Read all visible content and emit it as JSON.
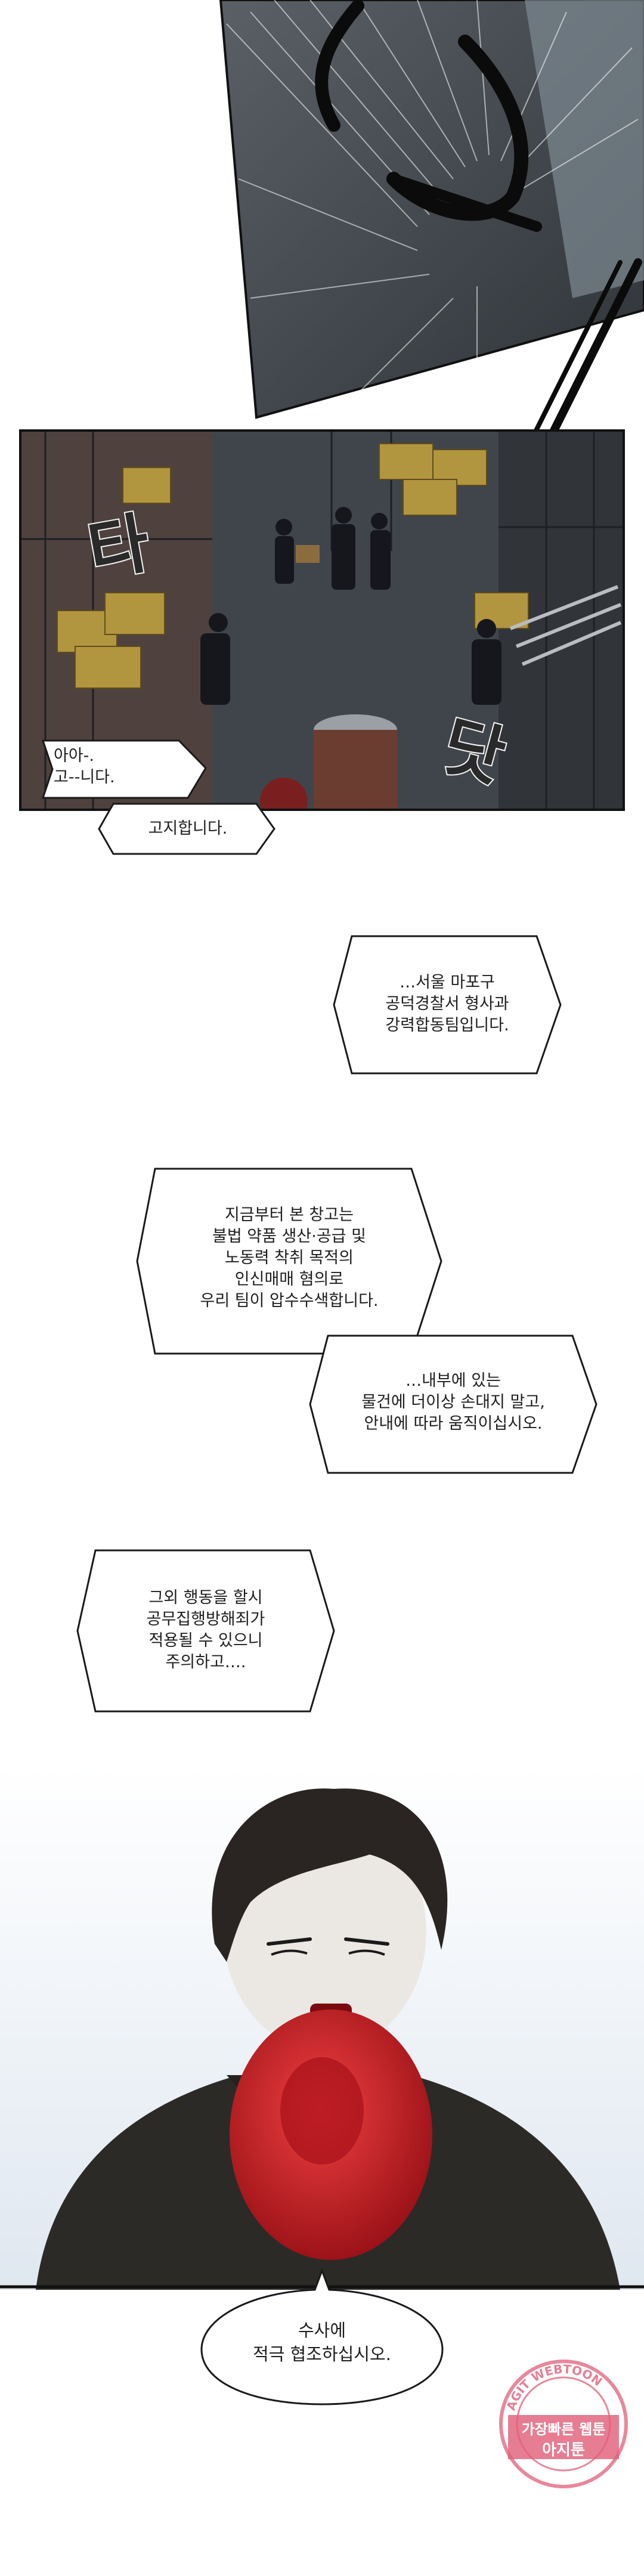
{
  "panel1": {
    "sfx_top": "",
    "description": ""
  },
  "panel2": {
    "sfx_left": "타",
    "sfx_right": "닷"
  },
  "dialogue": [
    {
      "id": "aaa",
      "text": "아아-.\n고--니다."
    },
    {
      "id": "gojihamnida",
      "text": "고지합니다."
    },
    {
      "id": "seoul",
      "text": "…서울 마포구\n공덕경찰서 형사과\n강력합동팀입니다."
    },
    {
      "id": "warehouse",
      "text": "지금부터 본 창고는\n불법 약품 생산·공급 및\n노동력 착취 목적의\n인신매매 혐의로\n우리 팀이 압수수색합니다."
    },
    {
      "id": "inside",
      "text": "…내부에 있는\n물건에 더이상 손대지 말고,\n안내에 따라 움직이십시오."
    },
    {
      "id": "other",
      "text": "그외 행동을 할시\n공무집행방해죄가\n적용될 수 있으니\n주의하고…."
    },
    {
      "id": "cooperate",
      "text": "수사에\n적극 협조하십시오."
    }
  ],
  "watermark": {
    "ring_text": "AGIT WEBTOON",
    "line1": "가장빠른 웹툰",
    "line2": "아지툰"
  },
  "colors": {
    "ink": "#1e1e1e",
    "megaphone_red": "#c8121c",
    "watermark_pink": "#e0607a"
  }
}
